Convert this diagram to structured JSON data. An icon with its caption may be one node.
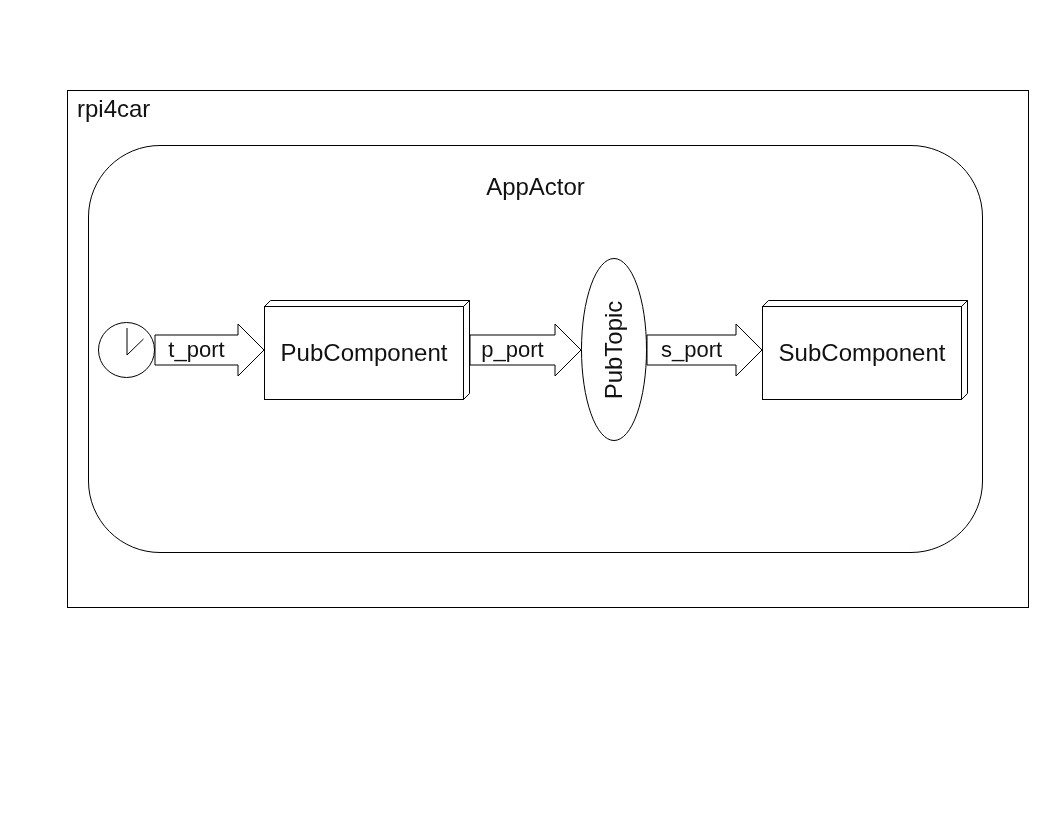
{
  "diagram": {
    "nodes": [
      {
        "text": [
          "rpi4car"
        ]
      },
      {
        "text": [
          "AppActor"
        ],
        "in": 0
      },
      {
        "text": [],
        "shape": "clock",
        "in": 1
      },
      {
        "text": [
          "PubComponent"
        ],
        "in": 1
      },
      {
        "text": [
          "PubTopic"
        ],
        "in": 1
      },
      {
        "text": [
          "SubComponent"
        ],
        "in": 1
      }
    ],
    "edges": [
      {
        "from": 2,
        "to": 3,
        "arrow": "to",
        "label": "t_port"
      },
      {
        "from": 3,
        "to": 4,
        "arrow": "to",
        "label": "p_port"
      },
      {
        "from": 4,
        "to": 5,
        "arrow": "to",
        "label": "s_port"
      }
    ]
  }
}
